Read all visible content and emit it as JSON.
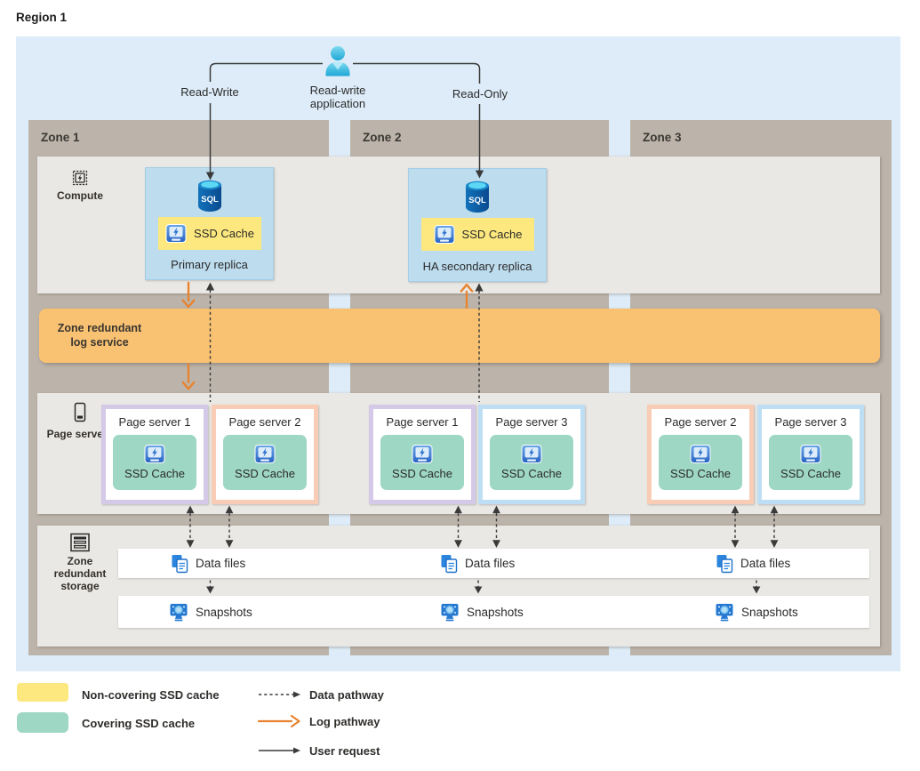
{
  "region": {
    "label": "Region 1"
  },
  "application": {
    "label": "Read-write application",
    "read_write_label": "Read-Write",
    "read_only_label": "Read-Only"
  },
  "zones": [
    {
      "name": "Zone 1"
    },
    {
      "name": "Zone 2"
    },
    {
      "name": "Zone 3"
    }
  ],
  "compute": {
    "label": "Compute",
    "primary_replica": {
      "title": "Primary replica"
    },
    "ha_secondary_replica": {
      "title": "HA secondary replica"
    }
  },
  "log_service": {
    "label": "Zone redundant log service"
  },
  "page_servers": {
    "label": "Page servers",
    "items": [
      {
        "zone": "Zone 1",
        "name": "Page server 1",
        "border": "purple"
      },
      {
        "zone": "Zone 1",
        "name": "Page server 2",
        "border": "peach"
      },
      {
        "zone": "Zone 2",
        "name": "Page server 1",
        "border": "purple"
      },
      {
        "zone": "Zone 2",
        "name": "Page server 3",
        "border": "blue"
      },
      {
        "zone": "Zone 3",
        "name": "Page server 2",
        "border": "peach"
      },
      {
        "zone": "Zone 3",
        "name": "Page server 3",
        "border": "blue"
      }
    ]
  },
  "storage": {
    "label": "Zone redundant storage",
    "data_files_label": "Data files",
    "snapshots_label": "Snapshots"
  },
  "labels": {
    "ssd_cache": "SSD Cache",
    "sql": "SQL"
  },
  "legend": {
    "non_covering": "Non-covering SSD cache",
    "covering": "Covering SSD cache",
    "data_pathway": "Data pathway",
    "log_pathway": "Log pathway",
    "user_request": "User request"
  },
  "colors": {
    "region_bg": "#ddecf8",
    "zone_bg": "#bcb4aa",
    "band_bg": "#eae8e4",
    "log_band": "#f8c272",
    "non_covering_cache": "#fce87e",
    "covering_cache": "#9ed7c3",
    "replica_box": "#bddcee",
    "ps_border_purple": "#d5c9e8",
    "ps_border_peach": "#f9cdb5",
    "ps_border_blue": "#bedef4",
    "log_arrow": "#e8832f",
    "dark_arrow": "#3a3a3a",
    "person_icon": "#29b2dd"
  }
}
